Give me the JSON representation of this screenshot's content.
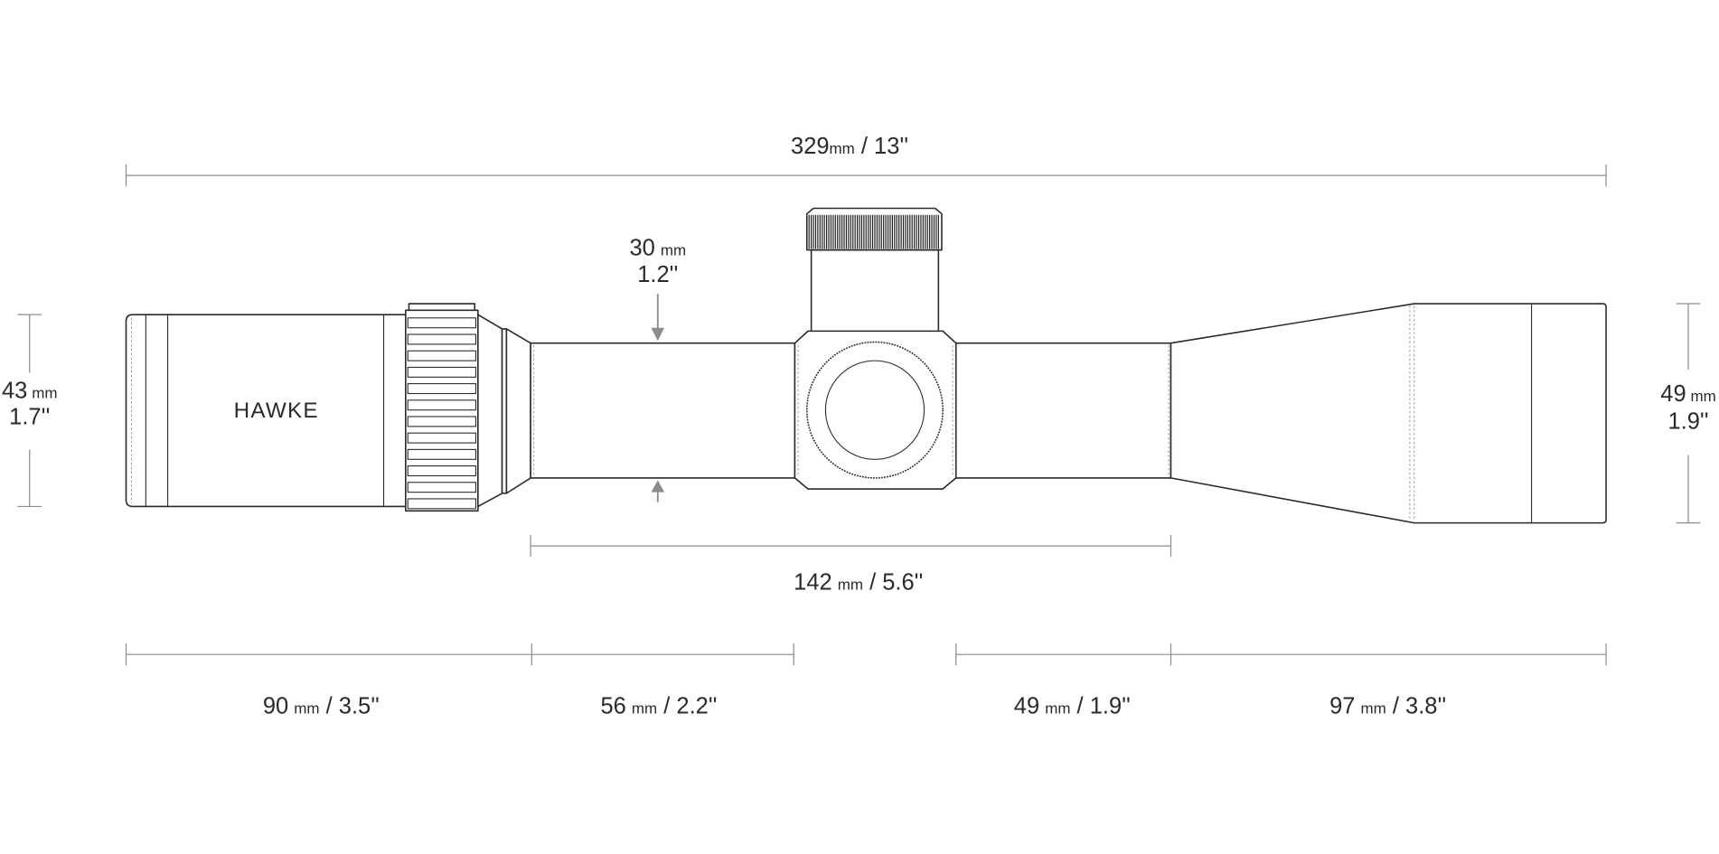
{
  "brand": "HAWKE",
  "dimensions": {
    "overall_length": {
      "value": "329",
      "unit": "mm",
      "imperial": "/ 13''"
    },
    "tube_diameter": {
      "value": "30",
      "unit": "mm",
      "imperial": "1.2''"
    },
    "eyepiece_diameter": {
      "value": "43",
      "unit": "mm",
      "imperial": "1.7''"
    },
    "objective_diameter": {
      "value": "49",
      "unit": "mm",
      "imperial": "1.9''"
    },
    "mounting_length": {
      "value": "142",
      "unit": "mm",
      "imperial": "/ 5.6''"
    },
    "eyepiece_length": {
      "value": "90",
      "unit": "mm",
      "imperial": "/ 3.5''"
    },
    "rear_tube_length": {
      "value": "56",
      "unit": "mm",
      "imperial": "/ 2.2''"
    },
    "front_tube_length": {
      "value": "49",
      "unit": "mm",
      "imperial": "/ 1.9''"
    },
    "objective_length": {
      "value": "97",
      "unit": "mm",
      "imperial": "/ 3.8''"
    }
  }
}
